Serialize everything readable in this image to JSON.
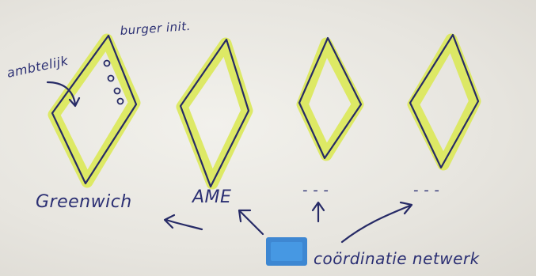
{
  "colors": {
    "paper": "#e9e7e1",
    "ink": "#262a66",
    "highlight": "#dbe85a",
    "network_box": "#2f7fd0"
  },
  "labels": {
    "greenwich": "Greenwich",
    "ame": "AME",
    "blank_3": "- - -",
    "blank_4": "- - -",
    "ambtelijk": "ambtelijk",
    "burger_init": "burger init.",
    "network": "coördinatie netwerk"
  }
}
